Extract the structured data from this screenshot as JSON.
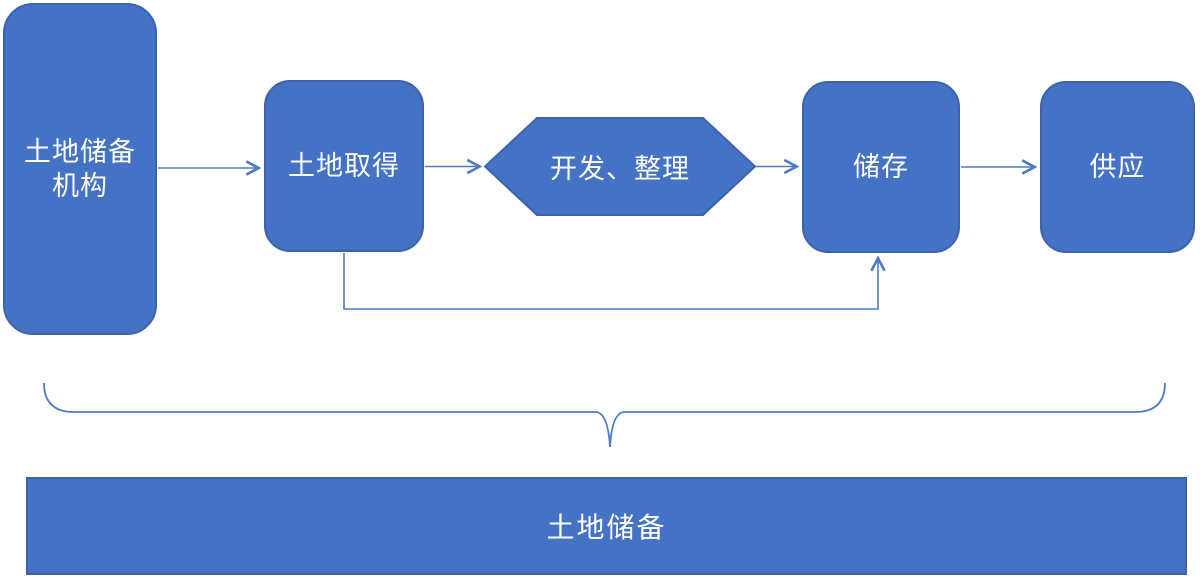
{
  "diagram": {
    "type": "flowchart",
    "background": "#ffffff",
    "colors": {
      "shape_fill": "#4472c4",
      "shape_border": "#3e63ac",
      "connector": "#4f7ac7",
      "label_text": "#ffffff"
    },
    "nodes": {
      "agency": {
        "shape": "rounded-rectangle",
        "line1": "土地储备",
        "line2": "机构"
      },
      "acquisition": {
        "shape": "rounded-rectangle",
        "label": "土地取得"
      },
      "development": {
        "shape": "hexagon",
        "label": "开发、整理"
      },
      "storage": {
        "shape": "rounded-rectangle",
        "label": "储存"
      },
      "supply": {
        "shape": "rounded-rectangle",
        "label": "供应"
      },
      "reserve": {
        "shape": "rectangle",
        "label": "土地储备"
      }
    },
    "edges": [
      {
        "from": "agency",
        "to": "acquisition",
        "style": "arrow"
      },
      {
        "from": "acquisition",
        "to": "development",
        "style": "arrow"
      },
      {
        "from": "development",
        "to": "storage",
        "style": "arrow"
      },
      {
        "from": "storage",
        "to": "supply",
        "style": "arrow"
      },
      {
        "from": "acquisition",
        "to": "storage",
        "style": "elbow-arrow-feedback"
      }
    ],
    "annotations": [
      {
        "type": "curly-brace",
        "orientation": "horizontal",
        "points_to": "reserve"
      }
    ]
  }
}
